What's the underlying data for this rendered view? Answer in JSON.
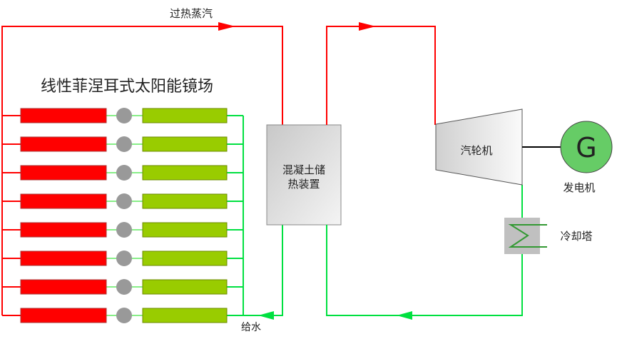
{
  "labels": {
    "superheated_steam": "过热蒸汽",
    "field_title": "线性菲涅耳式太阳能镜场",
    "storage_line1": "混凝土储",
    "storage_line2": "热装置",
    "turbine": "汽轮机",
    "generator_symbol": "G",
    "generator": "发电机",
    "cooling_tower": "冷却塔",
    "feed_water": "给水"
  },
  "collector_rows": 8,
  "colors": {
    "hot": "#ff0000",
    "cold": "#00e040",
    "receiver": "#99cc00",
    "generator": "#66cc66"
  }
}
